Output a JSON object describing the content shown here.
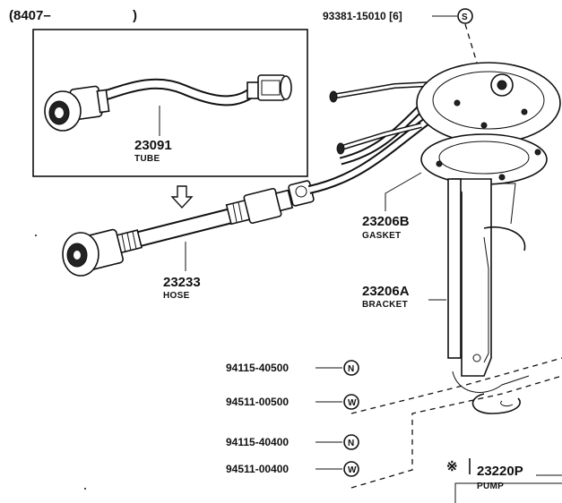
{
  "header": {
    "code": "(8407–",
    "close_paren": ")"
  },
  "inset": {
    "part_number": "23091",
    "part_name": "TUBE"
  },
  "hose": {
    "part_number": "23233",
    "part_name": "HOSE"
  },
  "screw": {
    "label": "93381-15010 [6]",
    "symbol": "S"
  },
  "gasket": {
    "part_number": "23206B",
    "part_name": "GASKET"
  },
  "bracket": {
    "part_number": "23206A",
    "part_name": "BRACKET"
  },
  "fasteners": [
    {
      "part_number": "94115-40500",
      "symbol": "N"
    },
    {
      "part_number": "94511-00500",
      "symbol": "W"
    },
    {
      "part_number": "94115-40400",
      "symbol": "N"
    },
    {
      "part_number": "94511-00400",
      "symbol": "W"
    }
  ],
  "pump": {
    "mark": "※",
    "part_number": "23220P",
    "part_name": "PUMP"
  },
  "arrow_icon": "hollow-down-arrow-icon"
}
